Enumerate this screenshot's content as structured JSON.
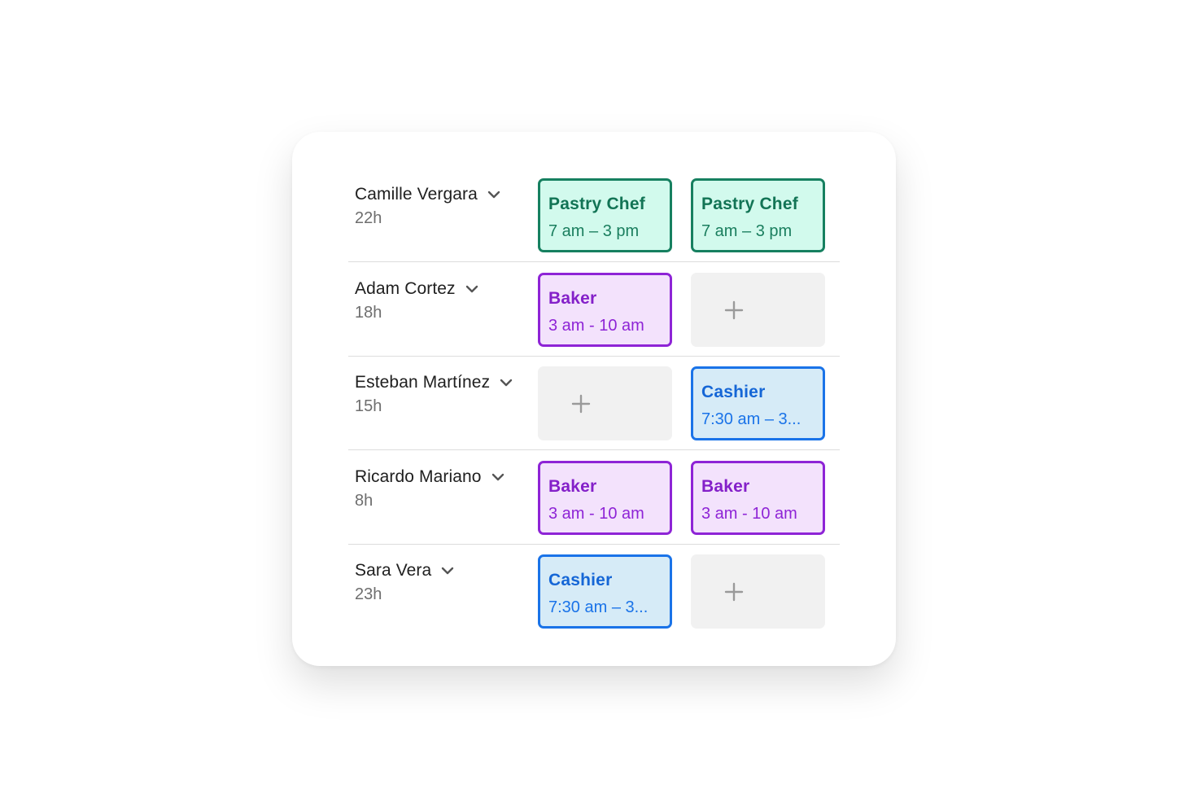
{
  "role_styles": {
    "Pastry Chef": {
      "border": "#168060",
      "bg": "#d2faed",
      "role_color": "#127455",
      "time_color": "#1a7e5e"
    },
    "Baker": {
      "border": "#8e24d6",
      "bg": "#f3e2fc",
      "role_color": "#8420c9",
      "time_color": "#8e24d6"
    },
    "Cashier": {
      "border": "#1a73e8",
      "bg": "#d6ebf7",
      "role_color": "#1566d6",
      "time_color": "#1a73e8"
    }
  },
  "empty_cell_icon": "plus-icon",
  "employee_chevron_icon": "chevron-down-icon",
  "rows": [
    {
      "name": "Camille Vergara",
      "hours": "22h",
      "shifts": [
        {
          "role": "Pastry Chef",
          "time": "7 am – 3 pm"
        },
        {
          "role": "Pastry Chef",
          "time": "7 am – 3 pm"
        }
      ]
    },
    {
      "name": "Adam Cortez",
      "hours": "18h",
      "shifts": [
        {
          "role": "Baker",
          "time": "3 am - 10 am"
        },
        null
      ]
    },
    {
      "name": "Esteban Martínez",
      "hours": "15h",
      "shifts": [
        null,
        {
          "role": "Cashier",
          "time": "7:30 am – 3..."
        }
      ]
    },
    {
      "name": "Ricardo Mariano",
      "hours": "8h",
      "shifts": [
        {
          "role": "Baker",
          "time": "3 am - 10 am"
        },
        {
          "role": "Baker",
          "time": "3 am - 10 am"
        }
      ]
    },
    {
      "name": "Sara Vera",
      "hours": "23h",
      "shifts": [
        {
          "role": "Cashier",
          "time": "7:30 am – 3..."
        },
        null
      ]
    }
  ]
}
